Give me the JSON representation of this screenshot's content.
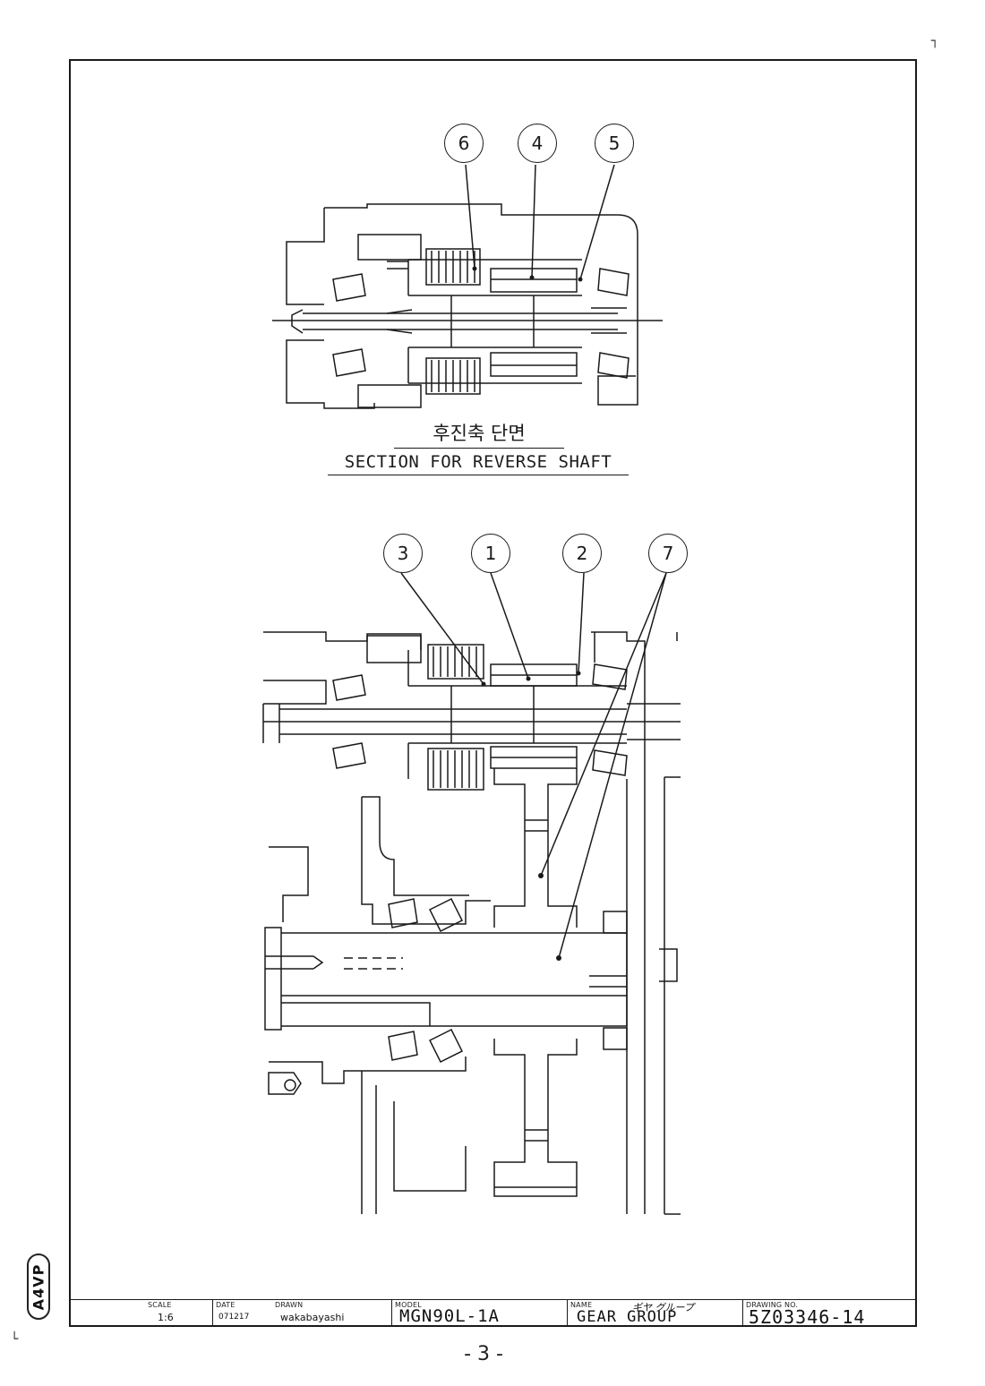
{
  "sheet_size_badge": "A4VP",
  "upper_section": {
    "caption_korean": "후진축 단면",
    "caption_english": "SECTION FOR REVERSE SHAFT",
    "balloons": [
      "6",
      "4",
      "5"
    ]
  },
  "lower_section": {
    "balloons": [
      "3",
      "1",
      "2",
      "7"
    ]
  },
  "title_block": {
    "scale_label": "SCALE",
    "scale_value": "1:6",
    "date_label": "DATE",
    "date_value": "071217",
    "drawn_label": "DRAWN",
    "drawn_value": "wakabayashi",
    "model_label": "MODEL",
    "model_value": "MGN90L-1A",
    "name_label": "NAME",
    "name_value": "GEAR GROUP",
    "name_value_japanese": "ギヤ グループ",
    "drawing_no_label": "DRAWING NO.",
    "drawing_no_value": "5Z03346-14"
  },
  "page_number": "- 3 -"
}
